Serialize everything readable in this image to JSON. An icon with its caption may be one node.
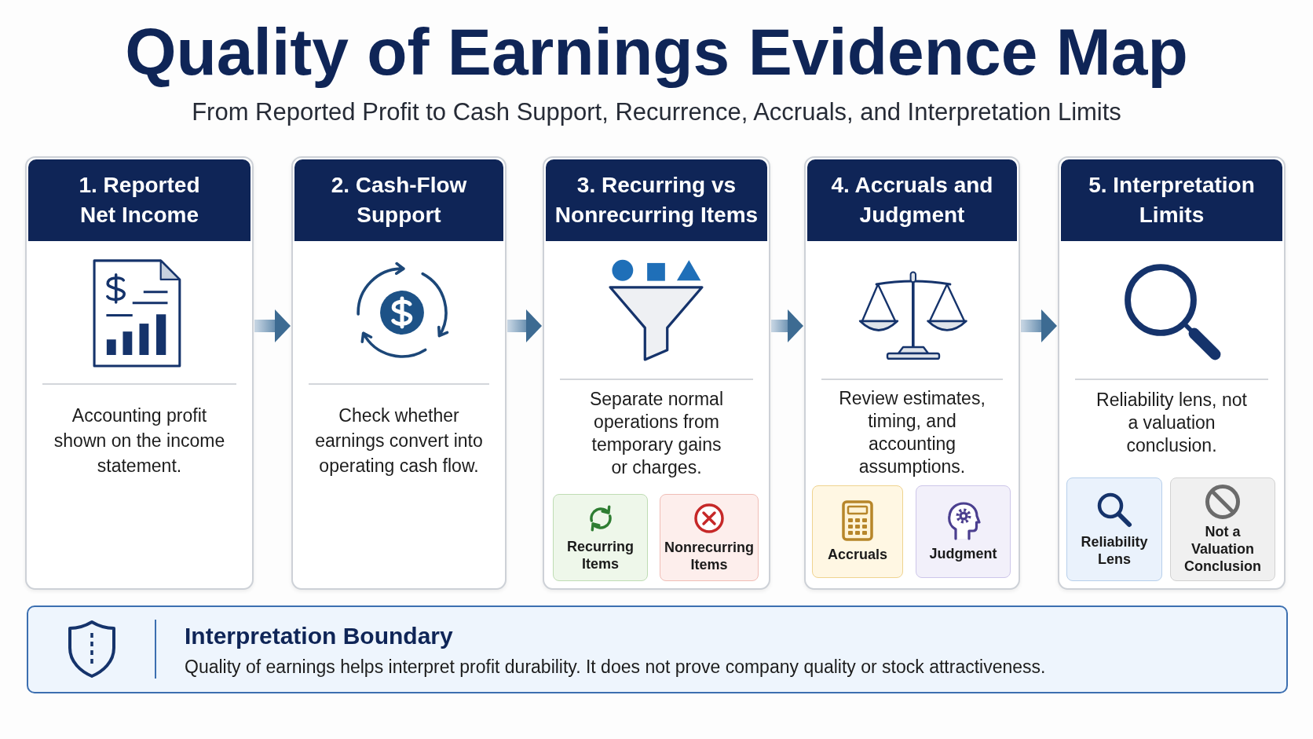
{
  "diagram": {
    "title": "Quality of Earnings Evidence Map",
    "caption": "From Reported Profit to Cash Support, Recurrence, Accruals, and Interpretation Limits",
    "nodes": [
      {
        "text": [
          "1. Reported Net Income",
          "Accounting profit shown on the income statement."
        ]
      },
      {
        "text": [
          "2. Cash-Flow Support",
          "Check whether earnings convert into operating cash flow."
        ]
      },
      {
        "text": [
          "3. Recurring vs Nonrecurring Items",
          "Separate normal operations from temporary gains or charges."
        ]
      },
      {
        "text": [
          "Recurring Items"
        ],
        "in": 2
      },
      {
        "text": [
          "Nonrecurring Items"
        ],
        "in": 2
      },
      {
        "text": [
          "4. Accruals and Judgment",
          "Review estimates, timing, and accounting assumptions."
        ]
      },
      {
        "text": [
          "Accruals"
        ],
        "in": 5
      },
      {
        "text": [
          "Judgment"
        ],
        "in": 5
      },
      {
        "text": [
          "5. Interpretation Limits",
          "Reliability lens, not a valuation conclusion."
        ]
      },
      {
        "text": [
          "Reliability Lens"
        ],
        "in": 8
      },
      {
        "text": [
          "Not a Valuation Conclusion"
        ],
        "in": 8
      },
      {
        "text": [
          "Interpretation Boundary",
          "Quality of earnings helps interpret profit durability. It does not prove company quality or stock attractiveness."
        ]
      }
    ],
    "edges": [
      {
        "from": 0,
        "to": 1,
        "arrow": "to"
      },
      {
        "from": 1,
        "to": 2,
        "arrow": "to"
      },
      {
        "from": 2,
        "to": 5,
        "arrow": "to"
      },
      {
        "from": 5,
        "to": 8,
        "arrow": "to"
      }
    ]
  }
}
